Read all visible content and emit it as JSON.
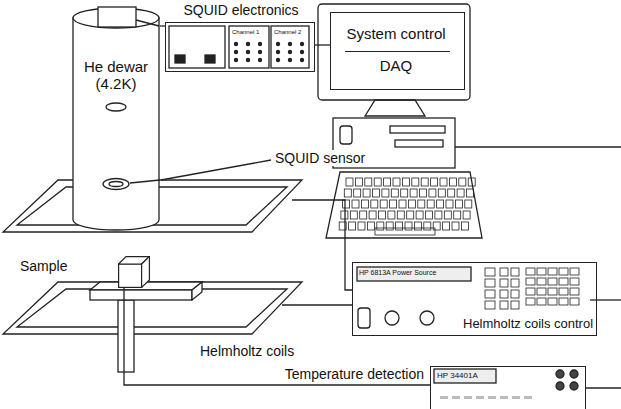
{
  "diagram": {
    "nodes": [
      {
        "text": [
          "SQUID electronics",
          "Channel 1",
          "Channel 2"
        ]
      },
      {
        "text": [
          "He dewar (4.2K)"
        ]
      },
      {
        "text": [
          "System control",
          "DAQ"
        ]
      },
      {
        "text": [
          "HP 6813A Power Source",
          "Helmholtz coils control"
        ]
      },
      {
        "text": [
          "HP 34401A"
        ]
      },
      {
        "text": [
          "Sample"
        ]
      }
    ],
    "edges": [
      {
        "from": 1,
        "to": 0,
        "arrow": "none"
      },
      {
        "from": 0,
        "to": 2,
        "arrow": "none"
      },
      {
        "from": 5,
        "to": 4,
        "label": "Temperature detection",
        "arrow": "none"
      }
    ],
    "labels": [
      "SQUID sensor",
      "Helmholtz coils"
    ]
  }
}
